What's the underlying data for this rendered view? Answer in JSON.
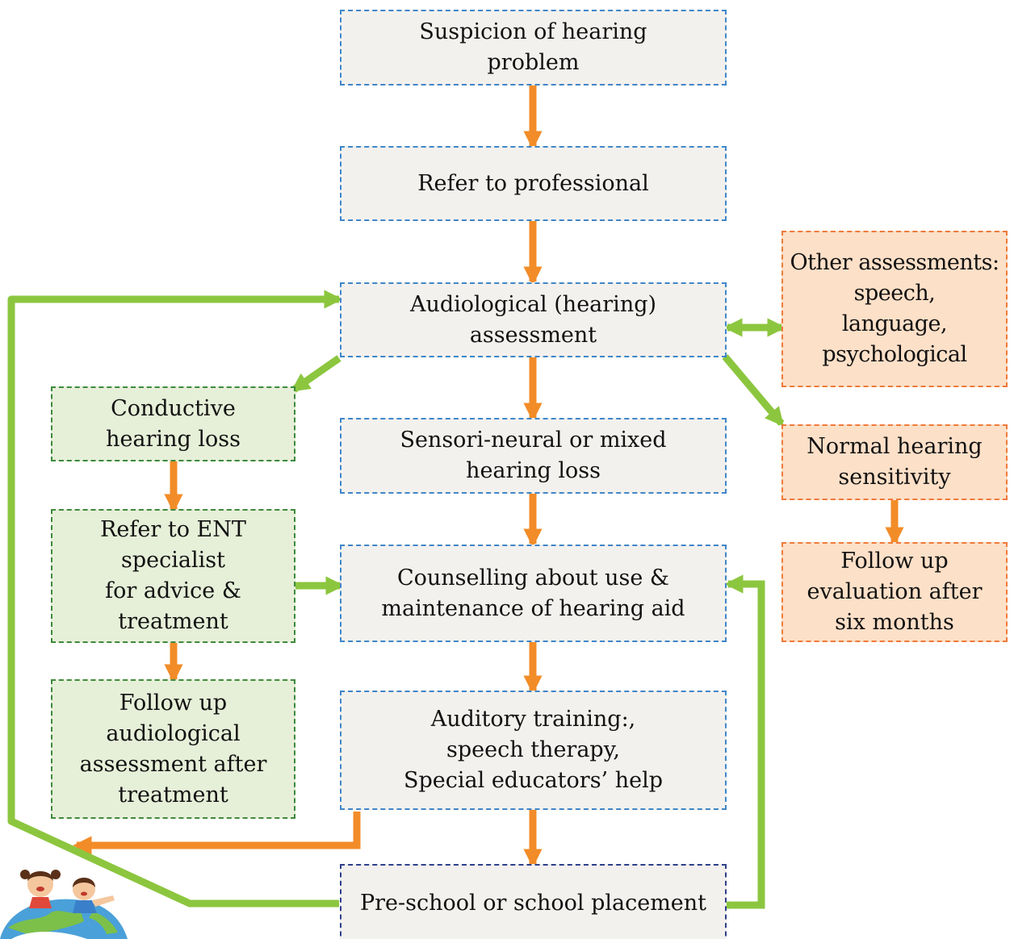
{
  "nodes": {
    "suspicion": "Suspicion of hearing\nproblem",
    "refer_professional": "Refer to professional",
    "audiological_assessment": "Audiological (hearing)\nassessment",
    "other_assessments": "Other assessments:\nspeech,\nlanguage,\npsychological",
    "conductive": "Conductive\nhearing loss",
    "sensorineural": "Sensori-neural or mixed\nhearing loss",
    "normal_hearing": "Normal hearing\nsensitivity",
    "refer_ent": "Refer to ENT\nspecialist\nfor advice &\ntreatment",
    "counselling": "Counselling about use &\nmaintenance of hearing aid",
    "follow_up_six_months": "Follow up\nevaluation after\nsix months",
    "follow_up_audiological": "Follow up\naudiological\nassessment after\ntreatment",
    "auditory_training": "Auditory training:,\nspeech therapy,\nSpecial educators’ help",
    "placement": "Pre-school or school placement"
  },
  "colors": {
    "orange_arrow": "#f28c28",
    "green_arrow": "#8cc63f",
    "blue_border": "#3f86c8",
    "navy_border": "#2e3f8a",
    "green_border": "#3d8a3d",
    "orange_border": "#ef7a3a",
    "grey_fill": "#f3f1ee",
    "green_fill": "#e6efd8",
    "peach_fill": "#fde0c8"
  },
  "mascot": {
    "icon": "children-on-globe-icon"
  }
}
